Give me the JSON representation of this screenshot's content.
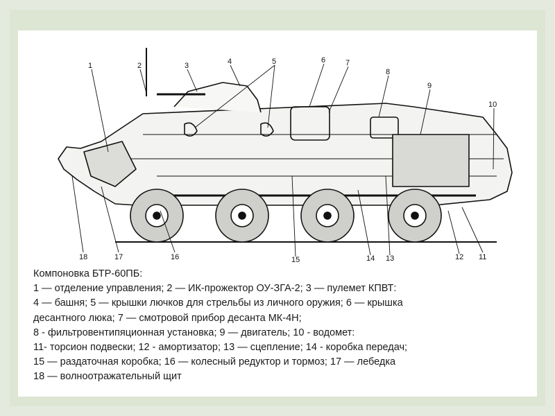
{
  "callouts": [
    "1",
    "2",
    "3",
    "4",
    "5",
    "6",
    "7",
    "8",
    "9",
    "10",
    "11",
    "12",
    "13",
    "14",
    "15",
    "16",
    "17",
    "18"
  ],
  "caption": {
    "title": "Компоновка БТР-60ПБ:",
    "lines": [
      "1  — отделение управления; 2 — ИК-прожектор ОУ-ЗГА-2; 3 — пулемет КПВТ:",
      "4 — башня; 5 — крышки лючков для стрельбы из личного оружия; 6 — крышка",
      "десантного люка; 7 — смотровой прибор десанта МК-4Н;",
      "8 - фильтровентипяционная установка; 9 — двигатель; 10 - водомет:",
      "11- торсион подвески; 12 - амортизатор; 13 — сцепление; 14 - коробка передач;",
      "15 — раздаточная коробка; 16 — колесный редуктор и тормоз; 17 — лебедка",
      "18 — волноотражательный щит"
    ]
  }
}
